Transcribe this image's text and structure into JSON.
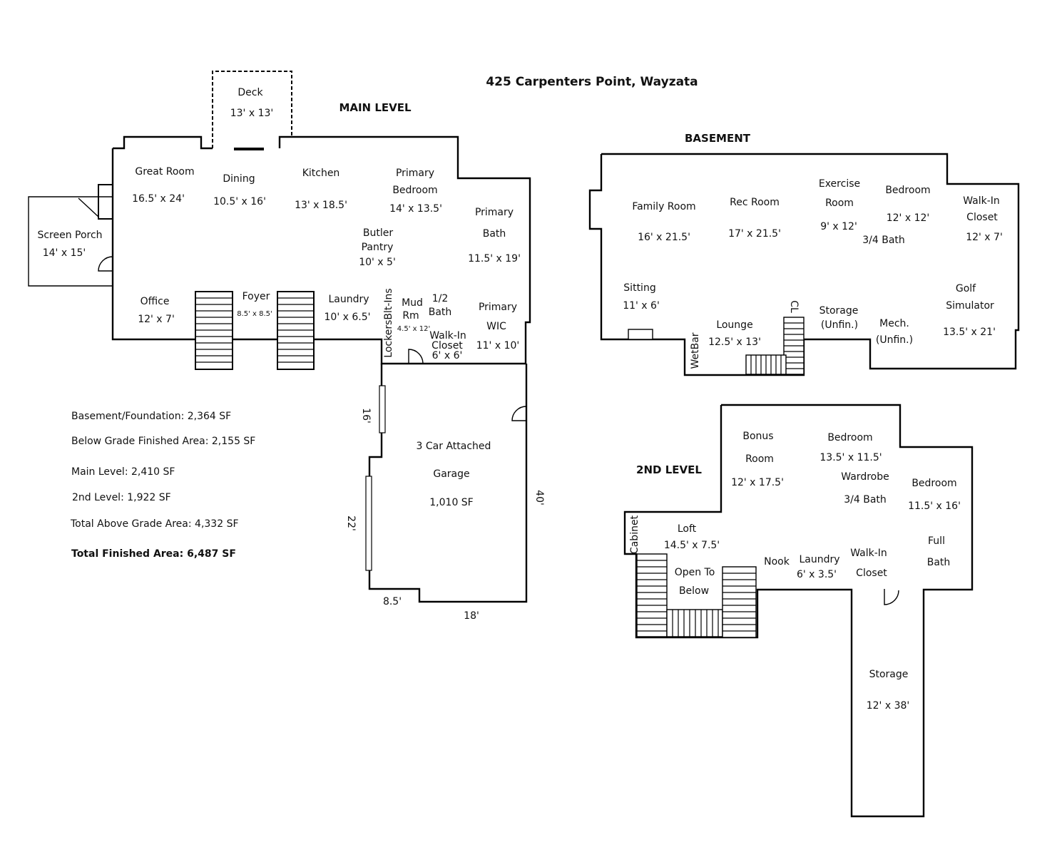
{
  "title": "425 Carpenters Point, Wayzata",
  "levels": {
    "main": "MAIN LEVEL",
    "basement": "BASEMENT",
    "second": "2ND LEVEL"
  },
  "main_rooms": {
    "deck": [
      "Deck",
      "13' x 13'"
    ],
    "great_room": [
      "Great Room",
      "16.5' x 24'"
    ],
    "dining": [
      "Dining",
      "10.5' x 16'"
    ],
    "kitchen": [
      "Kitchen",
      "13' x 18.5'"
    ],
    "primary_bedroom": [
      "Primary",
      "Bedroom",
      "14' x 13.5'"
    ],
    "primary_bath": [
      "Primary",
      "Bath",
      "11.5' x 19'"
    ],
    "butler_pantry": [
      "Butler",
      "Pantry",
      "10' x 5'"
    ],
    "screen_porch": [
      "Screen Porch",
      "14' x 15'"
    ],
    "office": [
      "Office",
      "12' x 7'"
    ],
    "foyer": [
      "Foyer",
      "8.5' x 8.5'"
    ],
    "laundry": [
      "Laundry",
      "10' x 6.5'"
    ],
    "lockers": "LockersBlt-Ins",
    "mud_room": [
      "Mud",
      "Rm",
      "4.5' x 12'"
    ],
    "half_bath": [
      "1/2",
      "Bath"
    ],
    "walk_in_closet": [
      "Walk-In",
      "Closet",
      "6' x 6'"
    ],
    "primary_wic": [
      "Primary",
      "WIC",
      "11' x 10'"
    ],
    "garage": [
      "3 Car Attached",
      "Garage",
      "1,010 SF"
    ]
  },
  "garage_dims": {
    "left_top": "16'",
    "left_bottom": "22'",
    "bottom_left": "8.5'",
    "bottom": "18'",
    "right": "40'"
  },
  "basement_rooms": {
    "family_room": [
      "Family Room",
      "16' x 21.5'"
    ],
    "rec_room": [
      "Rec Room",
      "17' x 21.5'"
    ],
    "exercise_room": [
      "Exercise",
      "Room",
      "9' x 12'"
    ],
    "bedroom": [
      "Bedroom",
      "12' x 12'"
    ],
    "three_quarter_bath": "3/4 Bath",
    "walk_in_closet": [
      "Walk-In",
      "Closet",
      "12' x 7'"
    ],
    "sitting": [
      "Sitting",
      "11' x 6'"
    ],
    "lounge": [
      "Lounge",
      "12.5' x 13'"
    ],
    "wetbar": "WetBar",
    "cl": "CL",
    "storage": [
      "Storage",
      "(Unfin.)"
    ],
    "mech": [
      "Mech.",
      "(Unfin.)"
    ],
    "golf": [
      "Golf",
      "Simulator",
      "13.5' x 21'"
    ]
  },
  "second_rooms": {
    "bonus_room": [
      "Bonus",
      "Room",
      "12' x 17.5'"
    ],
    "bedroom_a": [
      "Bedroom",
      "13.5' x 11.5'"
    ],
    "wardrobe": "Wardrobe",
    "three_quarter_bath": "3/4 Bath",
    "bedroom_b": [
      "Bedroom",
      "11.5' x 16'"
    ],
    "full_bath": [
      "Full",
      "Bath"
    ],
    "cabinet": "Cabinet",
    "loft": [
      "Loft",
      "14.5' x 7.5'"
    ],
    "open_to_below": [
      "Open To",
      "Below"
    ],
    "nook": "Nook",
    "laundry": [
      "Laundry",
      "6' x 3.5'"
    ],
    "walk_in_closet": [
      "Walk-In",
      "Closet"
    ],
    "storage": [
      "Storage",
      "12' x 38'"
    ]
  },
  "summary": [
    "Basement/Foundation: 2,364 SF",
    "Below Grade Finished Area: 2,155 SF",
    "Main Level: 2,410 SF",
    "2nd Level: 1,922 SF",
    "Total Above Grade Area: 4,332 SF",
    "Total Finished Area: 6,487 SF"
  ]
}
